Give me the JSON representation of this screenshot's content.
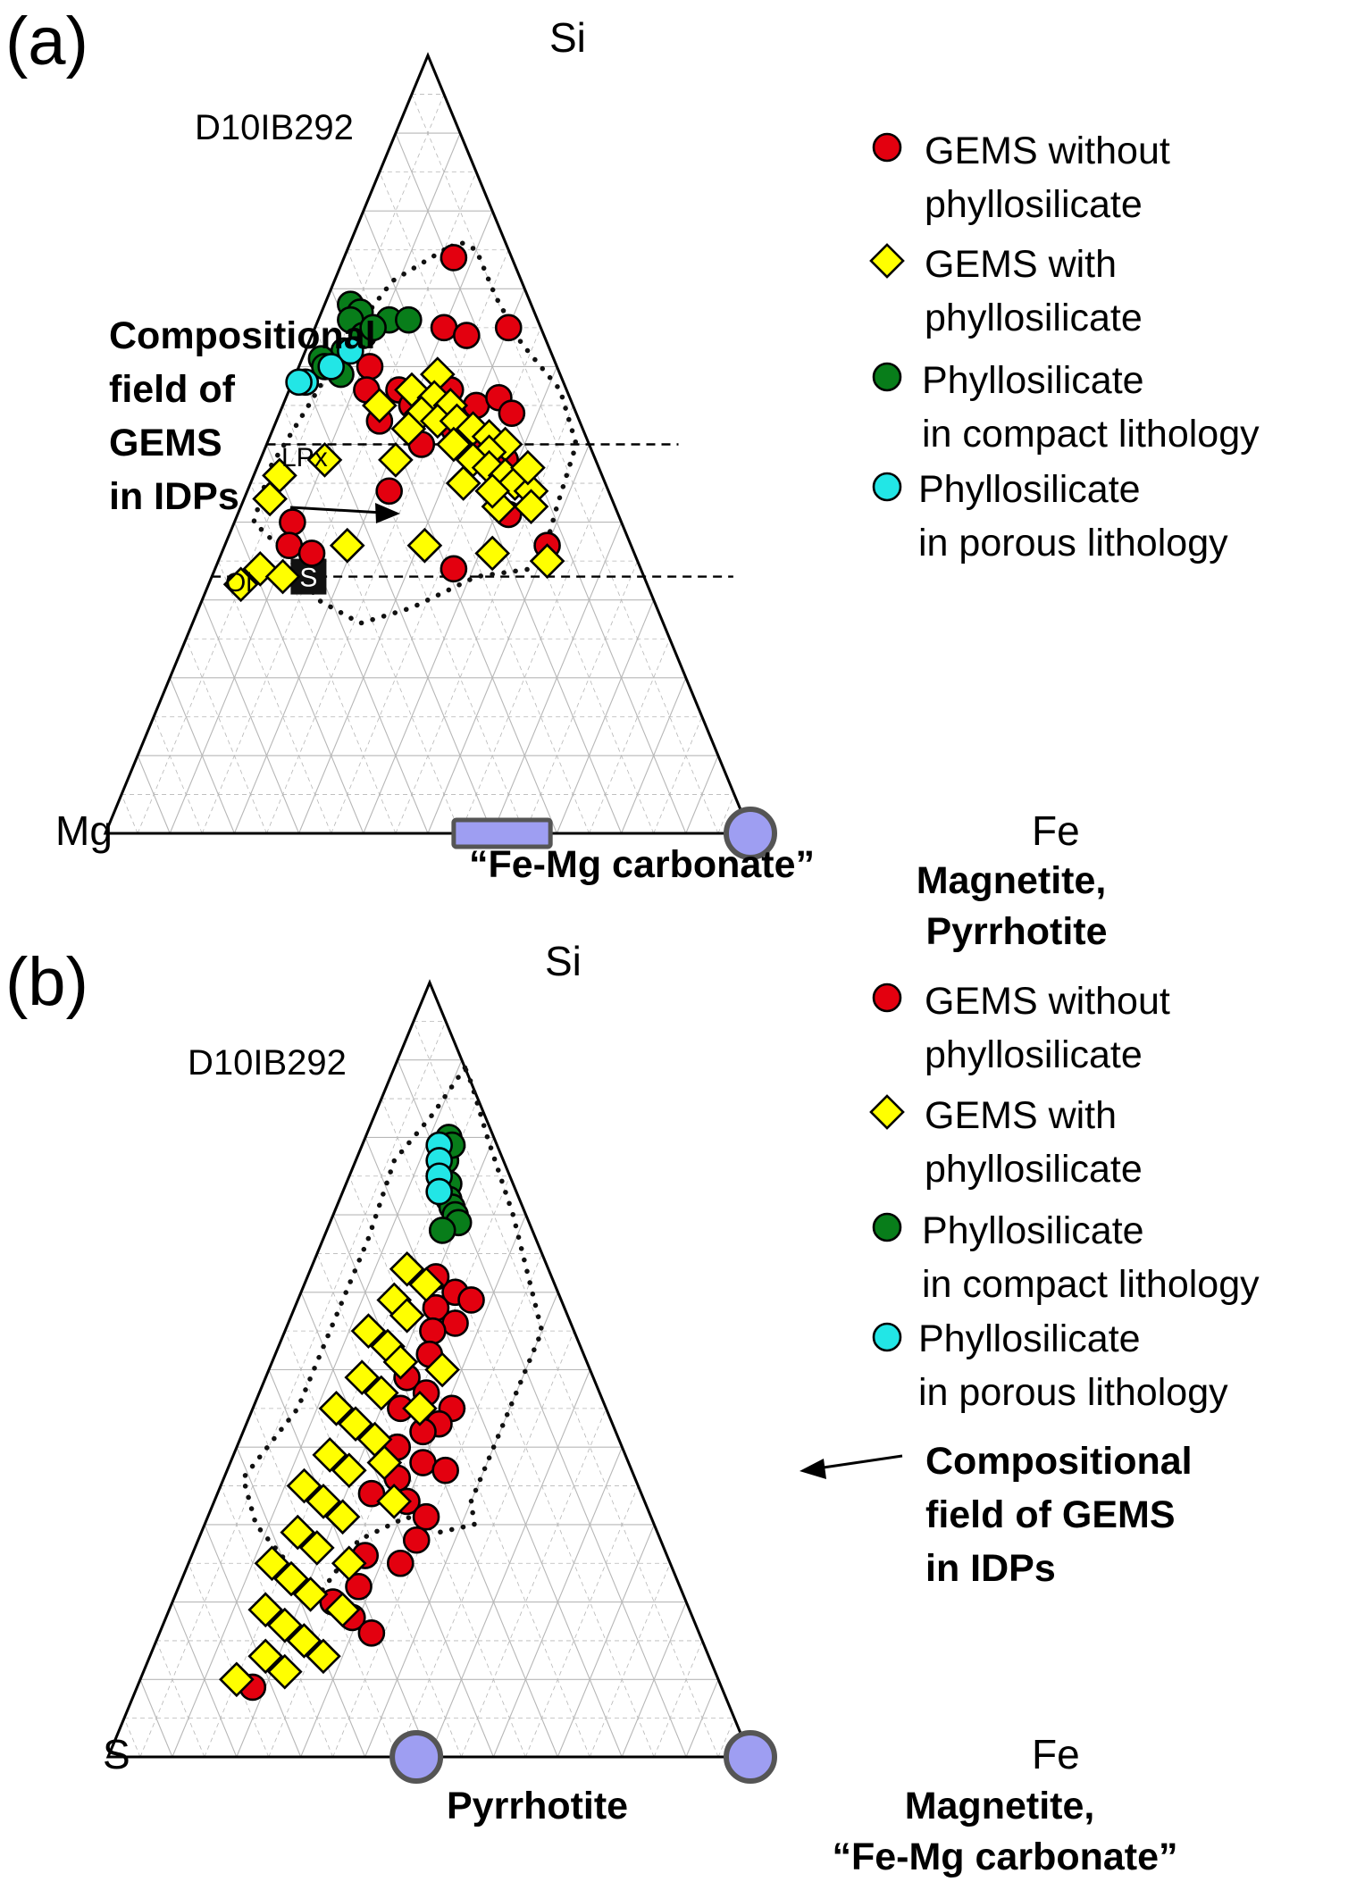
{
  "chart_data": [
    {
      "type": "scatter",
      "subtype": "ternary",
      "panel_label": "(a)",
      "sample": "D10IB292",
      "apex_top": "Si",
      "apex_left": "Mg",
      "apex_right": "Fe",
      "grid": true,
      "legend_position": "top-right",
      "legend": [
        {
          "lines": [
            "GEMS without",
            "phyllosilicate"
          ],
          "marker": "circle",
          "color": "#e3000f"
        },
        {
          "lines": [
            "GEMS with",
            "phyllosilicate"
          ],
          "marker": "diamond",
          "color": "#ffff00"
        },
        {
          "lines": [
            "Phyllosilicate",
            "in compact lithology"
          ],
          "marker": "circle",
          "color": "#087d1a"
        },
        {
          "lines": [
            "Phyllosilicate",
            "in porous lithology"
          ],
          "marker": "circle",
          "color": "#22e6e6"
        }
      ],
      "reference_lines": [
        {
          "label": "LPx",
          "Si": 0.5
        },
        {
          "label": "Ol",
          "Si": 0.33
        }
      ],
      "reference_points": [
        {
          "label": "S",
          "Si": 0.33,
          "Mg": 0.52,
          "Fe": 0.15
        }
      ],
      "phases": [
        {
          "label": "“Fe-Mg carbonate”",
          "shape": "bar",
          "Fe_from": 0.54,
          "Fe_to": 0.69
        },
        {
          "lines": [
            "Magnetite,",
            "Pyrrhotite"
          ],
          "shape": "circle",
          "Fe": 1.0
        }
      ],
      "annotation": {
        "lines": [
          "Compositional",
          "field of",
          "GEMS",
          "in IDPs"
        ]
      },
      "field_outline": [
        {
          "Si": 0.75,
          "Fe": 0.15
        },
        {
          "Si": 0.71,
          "Fe": 0.09
        },
        {
          "Si": 0.64,
          "Fe": 0.06
        },
        {
          "Si": 0.55,
          "Fe": 0.04
        },
        {
          "Si": 0.47,
          "Fe": 0.02
        },
        {
          "Si": 0.4,
          "Fe": 0.03
        },
        {
          "Si": 0.36,
          "Fe": 0.1
        },
        {
          "Si": 0.3,
          "Fe": 0.18
        },
        {
          "Si": 0.27,
          "Fe": 0.26
        },
        {
          "Si": 0.29,
          "Fe": 0.33
        },
        {
          "Si": 0.33,
          "Fe": 0.41
        },
        {
          "Si": 0.34,
          "Fe": 0.49
        },
        {
          "Si": 0.36,
          "Fe": 0.5
        },
        {
          "Si": 0.42,
          "Fe": 0.49
        },
        {
          "Si": 0.5,
          "Fe": 0.48
        },
        {
          "Si": 0.57,
          "Fe": 0.42
        },
        {
          "Si": 0.63,
          "Fe": 0.33
        },
        {
          "Si": 0.69,
          "Fe": 0.26
        },
        {
          "Si": 0.75,
          "Fe": 0.2
        },
        {
          "Si": 0.76,
          "Fe": 0.17
        }
      ],
      "series": [
        {
          "name": "GEMS without phyllosilicate",
          "points": [
            {
              "Si": 0.74,
              "Fe": 0.17
            },
            {
              "Si": 0.65,
              "Fe": 0.2
            },
            {
              "Si": 0.64,
              "Fe": 0.24
            },
            {
              "Si": 0.65,
              "Fe": 0.3
            },
            {
              "Si": 0.6,
              "Fe": 0.11
            },
            {
              "Si": 0.57,
              "Fe": 0.17
            },
            {
              "Si": 0.55,
              "Fe": 0.2
            },
            {
              "Si": 0.53,
              "Fe": 0.16
            },
            {
              "Si": 0.57,
              "Fe": 0.25
            },
            {
              "Si": 0.55,
              "Fe": 0.3
            },
            {
              "Si": 0.56,
              "Fe": 0.33
            },
            {
              "Si": 0.54,
              "Fe": 0.36
            },
            {
              "Si": 0.52,
              "Fe": 0.28
            },
            {
              "Si": 0.5,
              "Fe": 0.24
            },
            {
              "Si": 0.5,
              "Fe": 0.32
            },
            {
              "Si": 0.48,
              "Fe": 0.38
            },
            {
              "Si": 0.44,
              "Fe": 0.22
            },
            {
              "Si": 0.41,
              "Fe": 0.42
            },
            {
              "Si": 0.4,
              "Fe": 0.09
            },
            {
              "Si": 0.37,
              "Fe": 0.1
            },
            {
              "Si": 0.36,
              "Fe": 0.14
            },
            {
              "Si": 0.37,
              "Fe": 0.5
            },
            {
              "Si": 0.34,
              "Fe": 0.37
            },
            {
              "Si": 0.57,
              "Fe": 0.12
            }
          ]
        },
        {
          "name": "GEMS with phyllosilicate",
          "points": [
            {
              "Si": 0.59,
              "Fe": 0.22
            },
            {
              "Si": 0.57,
              "Fe": 0.19
            },
            {
              "Si": 0.56,
              "Fe": 0.23
            },
            {
              "Si": 0.55,
              "Fe": 0.26
            },
            {
              "Si": 0.54,
              "Fe": 0.22
            },
            {
              "Si": 0.53,
              "Fe": 0.25
            },
            {
              "Si": 0.53,
              "Fe": 0.28
            },
            {
              "Si": 0.52,
              "Fe": 0.31
            },
            {
              "Si": 0.51,
              "Fe": 0.34
            },
            {
              "Si": 0.5,
              "Fe": 0.37
            },
            {
              "Si": 0.49,
              "Fe": 0.35
            },
            {
              "Si": 0.48,
              "Fe": 0.33
            },
            {
              "Si": 0.47,
              "Fe": 0.36
            },
            {
              "Si": 0.46,
              "Fe": 0.39
            },
            {
              "Si": 0.45,
              "Fe": 0.41
            },
            {
              "Si": 0.44,
              "Fe": 0.44
            },
            {
              "Si": 0.42,
              "Fe": 0.4
            },
            {
              "Si": 0.47,
              "Fe": 0.42
            },
            {
              "Si": 0.5,
              "Fe": 0.29
            },
            {
              "Si": 0.55,
              "Fe": 0.15
            },
            {
              "Si": 0.48,
              "Fe": 0.21
            },
            {
              "Si": 0.46,
              "Fe": 0.04
            },
            {
              "Si": 0.43,
              "Fe": 0.04
            },
            {
              "Si": 0.48,
              "Fe": 0.1
            },
            {
              "Si": 0.37,
              "Fe": 0.19
            },
            {
              "Si": 0.37,
              "Fe": 0.31
            },
            {
              "Si": 0.36,
              "Fe": 0.42
            },
            {
              "Si": 0.34,
              "Fe": 0.07
            },
            {
              "Si": 0.32,
              "Fe": 0.05
            },
            {
              "Si": 0.33,
              "Fe": 0.11
            },
            {
              "Si": 0.35,
              "Fe": 0.51
            },
            {
              "Si": 0.44,
              "Fe": 0.38
            },
            {
              "Si": 0.52,
              "Fe": 0.21
            },
            {
              "Si": 0.45,
              "Fe": 0.33
            },
            {
              "Si": 0.42,
              "Fe": 0.45
            }
          ]
        },
        {
          "name": "Phyllosilicate in compact lithology",
          "points": [
            {
              "Si": 0.68,
              "Fe": 0.04
            },
            {
              "Si": 0.67,
              "Fe": 0.06
            },
            {
              "Si": 0.66,
              "Fe": 0.05
            },
            {
              "Si": 0.64,
              "Fe": 0.08
            },
            {
              "Si": 0.62,
              "Fe": 0.06
            },
            {
              "Si": 0.61,
              "Fe": 0.03
            },
            {
              "Si": 0.6,
              "Fe": 0.04
            },
            {
              "Si": 0.59,
              "Fe": 0.07
            },
            {
              "Si": 0.66,
              "Fe": 0.11
            },
            {
              "Si": 0.66,
              "Fe": 0.14
            },
            {
              "Si": 0.65,
              "Fe": 0.09
            }
          ]
        },
        {
          "name": "Phyllosilicate in porous lithology",
          "points": [
            {
              "Si": 0.62,
              "Fe": 0.07
            },
            {
              "Si": 0.6,
              "Fe": 0.05
            },
            {
              "Si": 0.58,
              "Fe": 0.02
            },
            {
              "Si": 0.58,
              "Fe": 0.01
            }
          ]
        }
      ]
    },
    {
      "type": "scatter",
      "subtype": "ternary",
      "panel_label": "(b)",
      "sample": "D10IB292",
      "apex_top": "Si",
      "apex_left": "S",
      "apex_right": "Fe",
      "grid": true,
      "legend_position": "top-right",
      "legend": [
        {
          "lines": [
            "GEMS without",
            "phyllosilicate"
          ],
          "marker": "circle",
          "color": "#e3000f"
        },
        {
          "lines": [
            "GEMS with",
            "phyllosilicate"
          ],
          "marker": "diamond",
          "color": "#ffff00"
        },
        {
          "lines": [
            "Phyllosilicate",
            "in compact lithology"
          ],
          "marker": "circle",
          "color": "#087d1a"
        },
        {
          "lines": [
            "Phyllosilicate",
            "in porous lithology"
          ],
          "marker": "circle",
          "color": "#22e6e6"
        }
      ],
      "phases": [
        {
          "label": "Pyrrhotite",
          "shape": "circle",
          "Fe": 0.48
        },
        {
          "lines": [
            "Magnetite,",
            "“Fe-Mg carbonate”"
          ],
          "shape": "circle",
          "Fe": 1.0
        }
      ],
      "annotation": {
        "lines": [
          "Compositional",
          "field of GEMS",
          "in IDPs"
        ]
      },
      "field_outline": [
        {
          "Si": 0.89,
          "Fe": 0.11
        },
        {
          "Si": 0.83,
          "Fe": 0.09
        },
        {
          "Si": 0.77,
          "Fe": 0.06
        },
        {
          "Si": 0.67,
          "Fe": 0.07
        },
        {
          "Si": 0.57,
          "Fe": 0.07
        },
        {
          "Si": 0.45,
          "Fe": 0.07
        },
        {
          "Si": 0.36,
          "Fe": 0.03
        },
        {
          "Si": 0.3,
          "Fe": 0.08
        },
        {
          "Si": 0.22,
          "Fe": 0.2
        },
        {
          "Si": 0.2,
          "Fe": 0.22
        },
        {
          "Si": 0.28,
          "Fe": 0.25
        },
        {
          "Si": 0.31,
          "Fe": 0.31
        },
        {
          "Si": 0.29,
          "Fe": 0.37
        },
        {
          "Si": 0.3,
          "Fe": 0.42
        },
        {
          "Si": 0.33,
          "Fe": 0.4
        },
        {
          "Si": 0.41,
          "Fe": 0.4
        },
        {
          "Si": 0.55,
          "Fe": 0.4
        },
        {
          "Si": 0.7,
          "Fe": 0.28
        },
        {
          "Si": 0.8,
          "Fe": 0.19
        },
        {
          "Si": 0.87,
          "Fe": 0.13
        }
      ],
      "series": [
        {
          "name": "GEMS without phyllosilicate",
          "points": [
            {
              "Si": 0.6,
              "Fe": 0.24
            },
            {
              "Si": 0.59,
              "Fe": 0.27
            },
            {
              "Si": 0.58,
              "Fe": 0.22
            },
            {
              "Si": 0.56,
              "Fe": 0.26
            },
            {
              "Si": 0.55,
              "Fe": 0.23
            },
            {
              "Si": 0.52,
              "Fe": 0.24
            },
            {
              "Si": 0.49,
              "Fe": 0.22
            },
            {
              "Si": 0.47,
              "Fe": 0.26
            },
            {
              "Si": 0.45,
              "Fe": 0.23
            },
            {
              "Si": 0.45,
              "Fe": 0.31
            },
            {
              "Si": 0.43,
              "Fe": 0.3
            },
            {
              "Si": 0.42,
              "Fe": 0.28
            },
            {
              "Si": 0.4,
              "Fe": 0.25
            },
            {
              "Si": 0.38,
              "Fe": 0.3
            },
            {
              "Si": 0.37,
              "Fe": 0.34
            },
            {
              "Si": 0.36,
              "Fe": 0.27
            },
            {
              "Si": 0.34,
              "Fe": 0.24
            },
            {
              "Si": 0.33,
              "Fe": 0.3
            },
            {
              "Si": 0.31,
              "Fe": 0.34
            },
            {
              "Si": 0.28,
              "Fe": 0.34
            },
            {
              "Si": 0.26,
              "Fe": 0.27
            },
            {
              "Si": 0.25,
              "Fe": 0.33
            },
            {
              "Si": 0.22,
              "Fe": 0.28
            },
            {
              "Si": 0.2,
              "Fe": 0.25
            },
            {
              "Si": 0.18,
              "Fe": 0.29
            },
            {
              "Si": 0.16,
              "Fe": 0.33
            },
            {
              "Si": 0.09,
              "Fe": 0.18
            },
            {
              "Si": 0.62,
              "Fe": 0.2
            }
          ]
        },
        {
          "name": "GEMS with phyllosilicate",
          "points": [
            {
              "Si": 0.63,
              "Fe": 0.15
            },
            {
              "Si": 0.61,
              "Fe": 0.19
            },
            {
              "Si": 0.59,
              "Fe": 0.15
            },
            {
              "Si": 0.57,
              "Fe": 0.18
            },
            {
              "Si": 0.55,
              "Fe": 0.13
            },
            {
              "Si": 0.53,
              "Fe": 0.17
            },
            {
              "Si": 0.51,
              "Fe": 0.2
            },
            {
              "Si": 0.49,
              "Fe": 0.15
            },
            {
              "Si": 0.47,
              "Fe": 0.19
            },
            {
              "Si": 0.45,
              "Fe": 0.13
            },
            {
              "Si": 0.43,
              "Fe": 0.17
            },
            {
              "Si": 0.41,
              "Fe": 0.21
            },
            {
              "Si": 0.39,
              "Fe": 0.15
            },
            {
              "Si": 0.37,
              "Fe": 0.19
            },
            {
              "Si": 0.35,
              "Fe": 0.13
            },
            {
              "Si": 0.33,
              "Fe": 0.17
            },
            {
              "Si": 0.31,
              "Fe": 0.21
            },
            {
              "Si": 0.29,
              "Fe": 0.15
            },
            {
              "Si": 0.27,
              "Fe": 0.19
            },
            {
              "Si": 0.25,
              "Fe": 0.13
            },
            {
              "Si": 0.23,
              "Fe": 0.17
            },
            {
              "Si": 0.21,
              "Fe": 0.21
            },
            {
              "Si": 0.19,
              "Fe": 0.15
            },
            {
              "Si": 0.17,
              "Fe": 0.19
            },
            {
              "Si": 0.15,
              "Fe": 0.23
            },
            {
              "Si": 0.13,
              "Fe": 0.18
            },
            {
              "Si": 0.11,
              "Fe": 0.22
            },
            {
              "Si": 0.1,
              "Fe": 0.15
            },
            {
              "Si": 0.13,
              "Fe": 0.27
            },
            {
              "Si": 0.19,
              "Fe": 0.27
            },
            {
              "Si": 0.25,
              "Fe": 0.25
            },
            {
              "Si": 0.33,
              "Fe": 0.28
            },
            {
              "Si": 0.38,
              "Fe": 0.24
            },
            {
              "Si": 0.45,
              "Fe": 0.26
            },
            {
              "Si": 0.5,
              "Fe": 0.27
            }
          ]
        },
        {
          "name": "Phyllosilicate in compact lithology",
          "points": [
            {
              "Si": 0.8,
              "Fe": 0.13
            },
            {
              "Si": 0.78,
              "Fe": 0.13
            },
            {
              "Si": 0.77,
              "Fe": 0.14
            },
            {
              "Si": 0.75,
              "Fe": 0.14
            },
            {
              "Si": 0.74,
              "Fe": 0.16
            },
            {
              "Si": 0.72,
              "Fe": 0.17
            },
            {
              "Si": 0.71,
              "Fe": 0.18
            },
            {
              "Si": 0.7,
              "Fe": 0.19
            },
            {
              "Si": 0.69,
              "Fe": 0.2
            },
            {
              "Si": 0.68,
              "Fe": 0.18
            },
            {
              "Si": 0.79,
              "Fe": 0.14
            }
          ]
        },
        {
          "name": "Phyllosilicate in porous lithology",
          "points": [
            {
              "Si": 0.79,
              "Fe": 0.12
            },
            {
              "Si": 0.77,
              "Fe": 0.13
            },
            {
              "Si": 0.75,
              "Fe": 0.14
            },
            {
              "Si": 0.73,
              "Fe": 0.15
            }
          ]
        }
      ]
    }
  ]
}
